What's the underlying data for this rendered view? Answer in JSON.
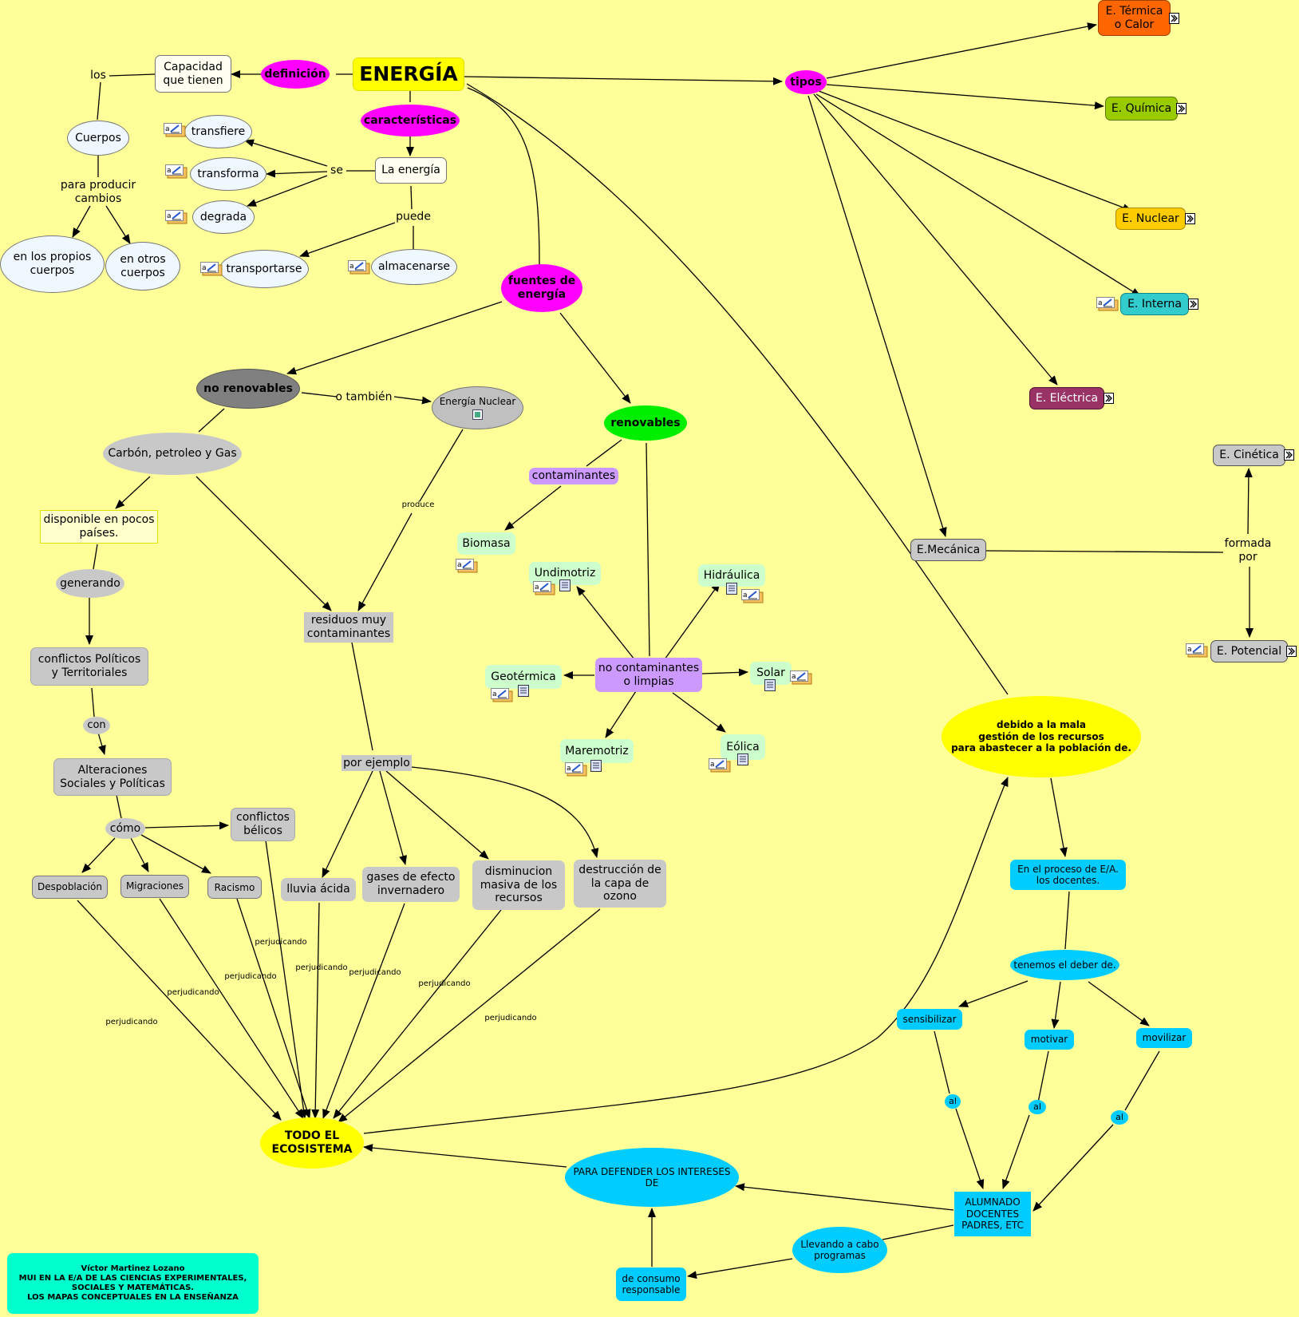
{
  "nodes": {
    "energia": "ENERGÍA",
    "definicion": "definición",
    "capacidad": "Capacidad\nque tienen",
    "los": "los",
    "cuerpos": "Cuerpos",
    "para_producir": "para producir\ncambios",
    "propios": "en los propios\ncuerpos",
    "otros": "en otros\ncuerpos",
    "caracteristicas": "características",
    "la_energia": "La energía",
    "se": "se",
    "transfiere": "transfiere",
    "transforma": "transforma",
    "degrada": "degrada",
    "puede": "puede",
    "transportarse": "transportarse",
    "almacenarse": "almacenarse",
    "fuentes": "fuentes de\nenergía",
    "no_renovables": "no renovables",
    "o_tambien": "o también",
    "e_nuclear_fuente": "Energía Nuclear",
    "carbon": "Carbón, petroleo y Gas",
    "disponible": "disponible en pocos\npaíses.",
    "generando": "generando",
    "conflictos_pol": "conflictos Políticos\ny Territoriales",
    "con": "con",
    "alteraciones": "Alteraciones\nSociales y Políticas",
    "como": "cómo",
    "conflictos_bel": "conflictos\nbélicos",
    "despoblacion": "Despoblación",
    "migraciones": "Migraciones",
    "racismo": "Racismo",
    "produce": "produce",
    "residuos": "residuos muy\ncontaminantes",
    "por_ejemplo": "por ejemplo",
    "lluvia": "lluvia ácida",
    "gases": "gases de efecto\ninvernadero",
    "disminucion": "disminucion\nmasiva de los\nrecursos",
    "destruccion": "destrucción de\nla capa de\nozono",
    "perjudicando": "perjudicando",
    "ecosistema": "TODO EL\nECOSISTEMA",
    "renovables": "renovables",
    "contaminantes": "contaminantes",
    "biomasa": "Biomasa",
    "no_contaminantes": "no contaminantes\no limpias",
    "undimotriz": "Undimotriz",
    "hidraulica": "Hidráulica",
    "geotermica": "Geotérmica",
    "solar": "Solar",
    "maremotriz": "Maremotriz",
    "eolica": "Eólica",
    "tipos": "tipos",
    "termica": "E. Térmica\no Calor",
    "quimica": "E. Química",
    "nuclear": "E. Nuclear",
    "interna": "E. Interna",
    "electrica": "E. Eléctrica",
    "mecanica": "E.Mecánica",
    "formada_por": "formada\npor",
    "cinetica": "E. Cinética",
    "potencial": "E. Potencial",
    "debido": "debido a la mala\ngestión de los recursos\npara abastecer a la población de.",
    "proceso": "En el proceso de E/A.\nlos docentes.",
    "deber": "tenemos el deber de.",
    "sensibilizar": "sensibilizar",
    "motivar": "motivar",
    "movilizar": "movilizar",
    "al": "al",
    "alumnado": "ALUMNADO\nDOCENTES\nPADRES, ETC",
    "defender": "PARA DEFENDER LOS INTERESES\nDE",
    "llevando": "Llevando a cabo\nprogramas",
    "consumo": "de consumo\nresponsable"
  },
  "credits": "Víctor Martinez Lozano\nMUI EN LA E/A DE LAS CIENCIAS EXPERIMENTALES,\nSOCIALES Y MATEMÁTICAS.\nLOS MAPAS CONCEPTUALES EN LA ENSEÑANZA",
  "colors": {
    "background": "#ffff99",
    "magenta": "#ff00ff",
    "yellow": "#ffff00",
    "cyan": "#00ccff",
    "green": "#00ee00",
    "lavender": "#cc99ff",
    "gray": "#cccccc",
    "mint": "#ccffcc",
    "termica": "#ff6600",
    "quimica": "#99cc00",
    "nuclear": "#ffcc00",
    "interna": "#33cccc",
    "electrica": "#993366"
  },
  "icons": [
    "resource-note-icon",
    "resource-image-icon",
    "resource-document-icon",
    "expand-arrow-icon"
  ]
}
